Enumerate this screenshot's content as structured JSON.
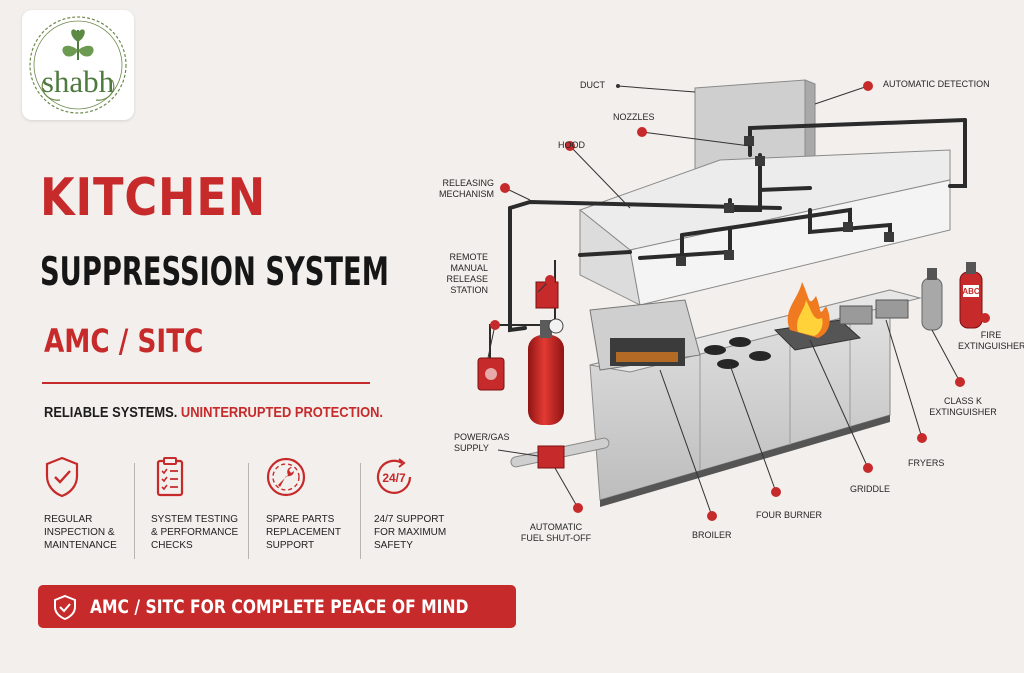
{
  "logo": {
    "text": "shabh"
  },
  "hero": {
    "title_line1": "KITCHEN",
    "title_line2": "SUPPRESSION SYSTEM",
    "title_line3": "AMC / SITC",
    "tagline_part1": "RELIABLE SYSTEMS. ",
    "tagline_part2": "UNINTERRUPTED PROTECTION."
  },
  "features": [
    {
      "icon": "shield-check-icon",
      "line1": "Regular",
      "line2": "Inspection &",
      "line3": "Maintenance"
    },
    {
      "icon": "clipboard-checklist-icon",
      "line1": "System Testing",
      "line2": "& Performance",
      "line3": "Checks"
    },
    {
      "icon": "wrench-gear-icon",
      "line1": "Spare Parts",
      "line2": "Replacement",
      "line3": "Support"
    },
    {
      "icon": "clock-24-7-icon",
      "icon_text": "24/7",
      "line1": "24/7 Support",
      "line2": "For Maximum",
      "line3": "Safety"
    }
  ],
  "banner": {
    "text": "AMC / SITC FOR COMPLETE PEACE OF MIND"
  },
  "diagram": {
    "labels": {
      "duct": "DUCT",
      "automatic_detection": "AUTOMATIC DETECTION",
      "nozzles": "NOZZLES",
      "hood": "HOOD",
      "releasing_line1": "RELEASING",
      "releasing_line2": "MECHANISM",
      "remote_line1": "REMOTE",
      "remote_line2": "MANUAL",
      "remote_line3": "RELEASE",
      "remote_line4": "STATION",
      "power_line1": "POWER/GAS",
      "power_line2": "SUPPLY",
      "fuel_line1": "AUTOMATIC",
      "fuel_line2": "FUEL SHUT-OFF",
      "broiler": "BROILER",
      "four_burner": "FOUR BURNER",
      "griddle": "GRIDDLE",
      "fryers": "FRYERS",
      "class_k_line1": "CLASS K",
      "class_k_line2": "EXTINGUISHER",
      "fire_ext_line1": "FIRE",
      "fire_ext_line2": "EXTINGUISHER",
      "abc_text": "ABC"
    },
    "colors": {
      "accent": "#c62a2a",
      "pipe": "#2b2b2b",
      "steel": "#cfcfcf"
    }
  }
}
